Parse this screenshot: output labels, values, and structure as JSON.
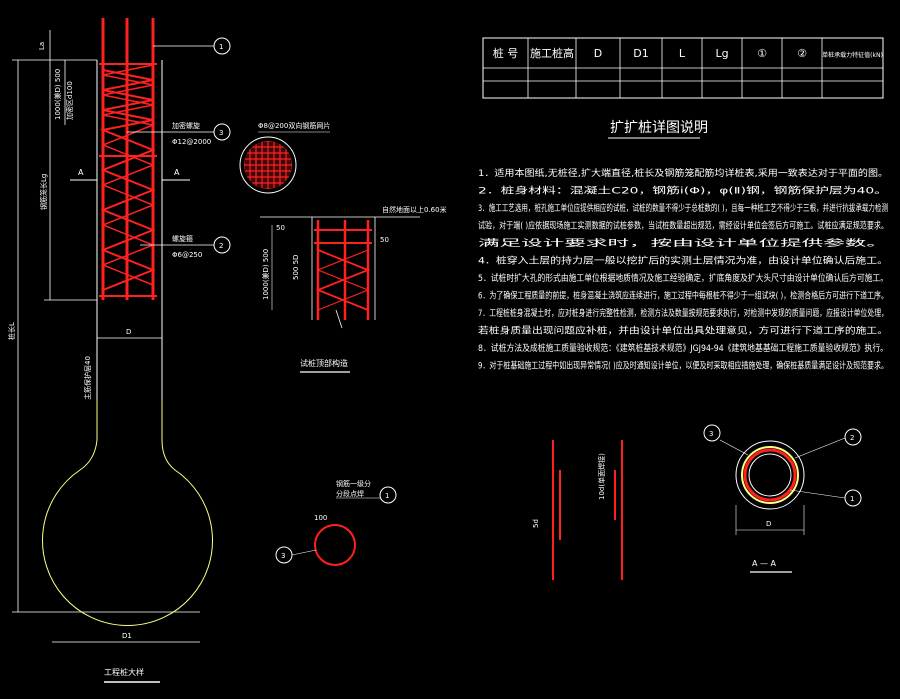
{
  "table": {
    "headers": [
      "桩 号",
      "施工桩高",
      "D",
      "D1",
      "L",
      "Lg",
      "①",
      "②",
      "单桩承载力特征值(kN)"
    ]
  },
  "notes": {
    "title": "扩扩桩详图说明",
    "lines": [
      "1．适用本图纸,无桩径,扩大端直径,桩长及钢筋笼配筋均详桩表,采用一致表达对于平面的图。",
      "2．桩身材料：混凝土C20，钢筋ⅰ(Φ)，φ(Ⅱ)钢，钢筋保护层为40。",
      "3．施工工艺选用，桩孔施工单位应提供相应的试桩，试桩的数量不得少于总桩数的( )，且每一种桩工艺不得少于三根，并进行抗拔承载力检测",
      "   试验，对于端( )应依据现场施工实测数据的试桩参数，当试桩数量超出规范，需经设计单位会签后方可施工。试桩应满足规范要求。",
      "   满足设计要求时，按由设计单位提供参数。",
      "4．桩穿入土层的持力层一般以挖扩后的实测土层情况为准，由设计单位确认后施工。",
      "5．试桩时扩大孔的形式由施工单位根据地质情况及施工经验确定，扩底角度及扩大头尺寸由设计单位确认后方可施工。",
      "6．为了确保工程质量的前提，桩身混凝土浇筑应连续进行，施工过程中每根桩不得少于一组试块( )，检测合格后方可进行下道工序。",
      "7．工程桩桩身混凝土时，应对桩身进行完整性检测，检测方法及数量按规范要求执行，对检测中发现的质量问题，应报设计单位处理，",
      "   若桩身质量出现问题应补桩，并由设计单位出具处理意见，方可进行下道工序的施工。",
      "8．试桩方法及成桩施工质量验收规范：《建筑桩基技术规范》JGJ94-94《建筑地基基础工程施工质量验收规范》执行。",
      "9．对于桩基础施工过程中如出现异常情况( )应及时通知设计单位，以便及时采取相应措施处理，确保桩基质量满足设计及规范要求。"
    ]
  },
  "labels": {
    "left_detail_caption": "工程桩大样",
    "test_pile_caption": "试桩顶部构造",
    "section_caption": "A — A",
    "section_mark": "A",
    "dim_D": "D",
    "dim_D1": "D1",
    "dim_L": "桩长L",
    "dim_Lg": "钢筋笼长Lg",
    "dim_La": "La",
    "top_dim_1": "1000(兼D) 500",
    "top_dim_2": "加密区d100",
    "spiral_label": "加密螺旋",
    "spiral_spec": "Φ12@2000",
    "stirrup_label": "螺旋箍",
    "stirrup_spec": "Φ6@250",
    "main_bar_label": "主筋保护层40",
    "mesh_label": "Φ8@200双向钢筋网片",
    "elevation_label": "自然地面以上0.60米",
    "elev_dim": "1000(兼D) 500",
    "elev_dim2": "500 5D",
    "elev_50a": "50",
    "elev_50b": "50",
    "ring_note_1": "钢筋一级分",
    "ring_note_2": "分段点焊",
    "ring_dim": "100",
    "lap_note": "10d(单面焊接)",
    "lap_5d": "5d",
    "callout_1": "1",
    "callout_2": "2",
    "callout_3": "3"
  },
  "colors": {
    "rebar": "#ff2020",
    "outline": "#ffff80",
    "line": "#ffffff",
    "mesh": "#ff2020"
  }
}
